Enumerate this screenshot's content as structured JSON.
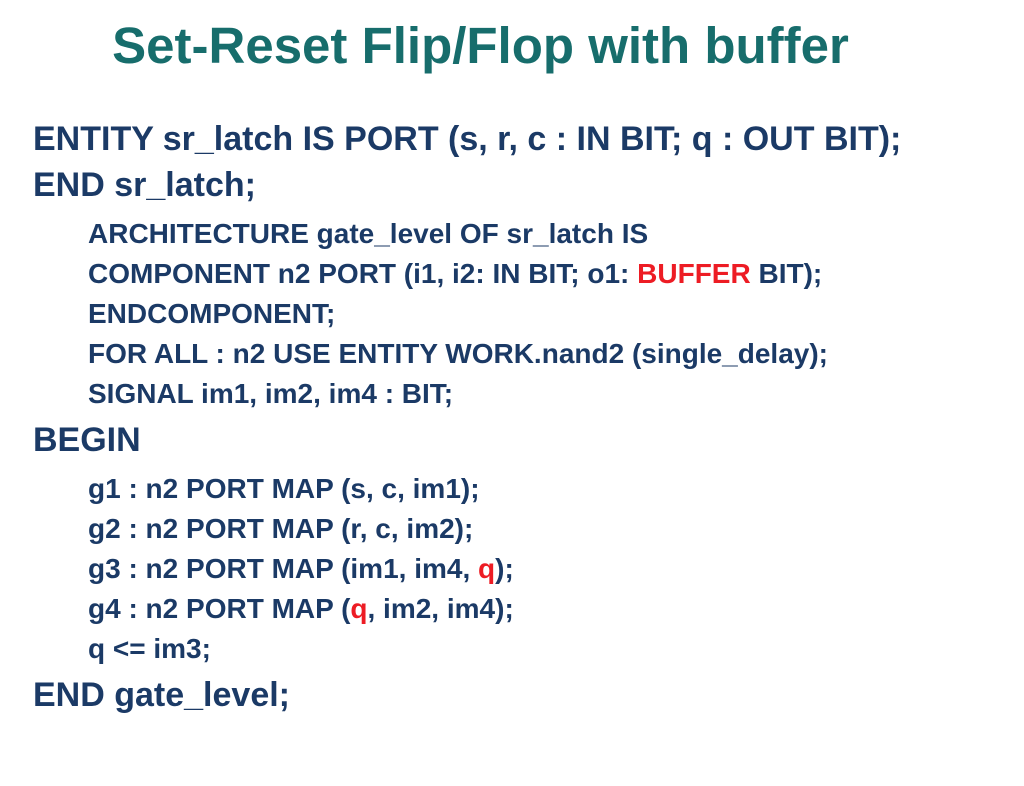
{
  "slide": {
    "title": "Set-Reset Flip/Flop with buffer",
    "colors": {
      "title": "#176d6c",
      "code": "#1b3a66",
      "highlight": "#ed1c24",
      "background": "#ffffff"
    },
    "code_lines": [
      {
        "level": 1,
        "segments": [
          {
            "text": "ENTITY sr_latch IS PORT (s, r, c : IN BIT; q : OUT BIT);",
            "color": "code"
          }
        ]
      },
      {
        "level": 1,
        "segments": [
          {
            "text": "END sr_latch;",
            "color": "code"
          }
        ]
      },
      {
        "level": 2,
        "segments": [
          {
            "text": "ARCHITECTURE gate_level OF sr_latch IS",
            "color": "code"
          }
        ]
      },
      {
        "level": 2,
        "segments": [
          {
            "text": "COMPONENT n2 PORT (i1, i2: IN BIT; o1: ",
            "color": "code"
          },
          {
            "text": "BUFFER",
            "color": "highlight"
          },
          {
            "text": " BIT);",
            "color": "code"
          }
        ]
      },
      {
        "level": 2,
        "segments": [
          {
            "text": "ENDCOMPONENT;",
            "color": "code"
          }
        ]
      },
      {
        "level": 2,
        "segments": [
          {
            "text": "FOR ALL : n2 USE ENTITY WORK.nand2 (single_delay);",
            "color": "code"
          }
        ]
      },
      {
        "level": 2,
        "segments": [
          {
            "text": "SIGNAL im1, im2, im4 : BIT;",
            "color": "code"
          }
        ]
      },
      {
        "level": 1,
        "segments": [
          {
            "text": "BEGIN",
            "color": "code"
          }
        ]
      },
      {
        "level": 2,
        "segments": [
          {
            "text": "g1 : n2 PORT MAP (s, c, im1);",
            "color": "code"
          }
        ]
      },
      {
        "level": 2,
        "segments": [
          {
            "text": "g2 : n2 PORT MAP (r, c, im2);",
            "color": "code"
          }
        ]
      },
      {
        "level": 2,
        "segments": [
          {
            "text": "g3 : n2 PORT MAP (im1, im4, ",
            "color": "code"
          },
          {
            "text": "q",
            "color": "highlight"
          },
          {
            "text": ");",
            "color": "code"
          }
        ]
      },
      {
        "level": 2,
        "segments": [
          {
            "text": "g4 : n2 PORT MAP (",
            "color": "code"
          },
          {
            "text": "q",
            "color": "highlight"
          },
          {
            "text": ", im2, im4);",
            "color": "code"
          }
        ]
      },
      {
        "level": 2,
        "segments": [
          {
            "text": "q <= im3;",
            "color": "code"
          }
        ]
      },
      {
        "level": 1,
        "segments": [
          {
            "text": "END gate_level;",
            "color": "code"
          }
        ]
      }
    ]
  }
}
